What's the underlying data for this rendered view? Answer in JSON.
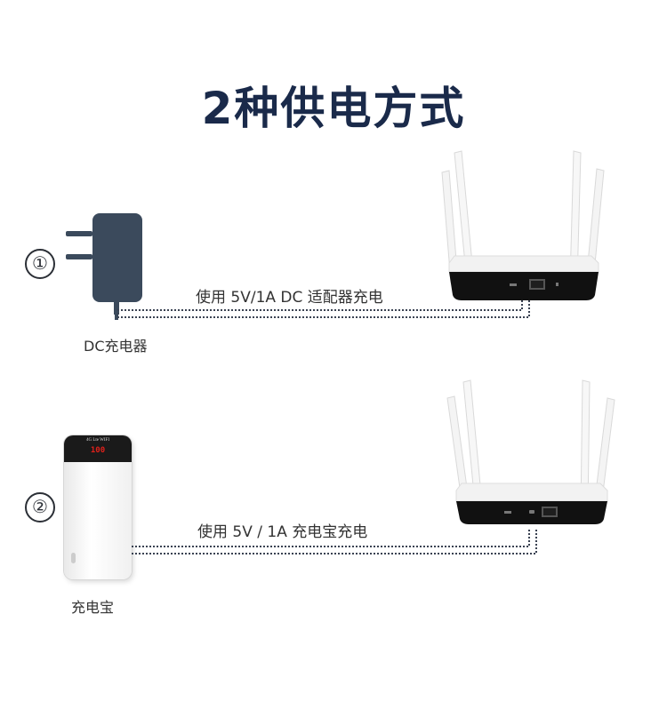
{
  "title": "2种供电方式",
  "methods": [
    {
      "number": "①",
      "device_label": "DC充电器",
      "caption": "使用 5V/1A DC 适配器充电"
    },
    {
      "number": "②",
      "device_label": "充电宝",
      "caption": "使用 5V / 1A 充电宝充电",
      "display_value": "100",
      "brand_text": "4G Lte WIFI"
    }
  ],
  "colors": {
    "title": "#1a2a4a",
    "adapter": "#3b4a5c",
    "line": "#3a4252",
    "display": "#e0201a"
  }
}
